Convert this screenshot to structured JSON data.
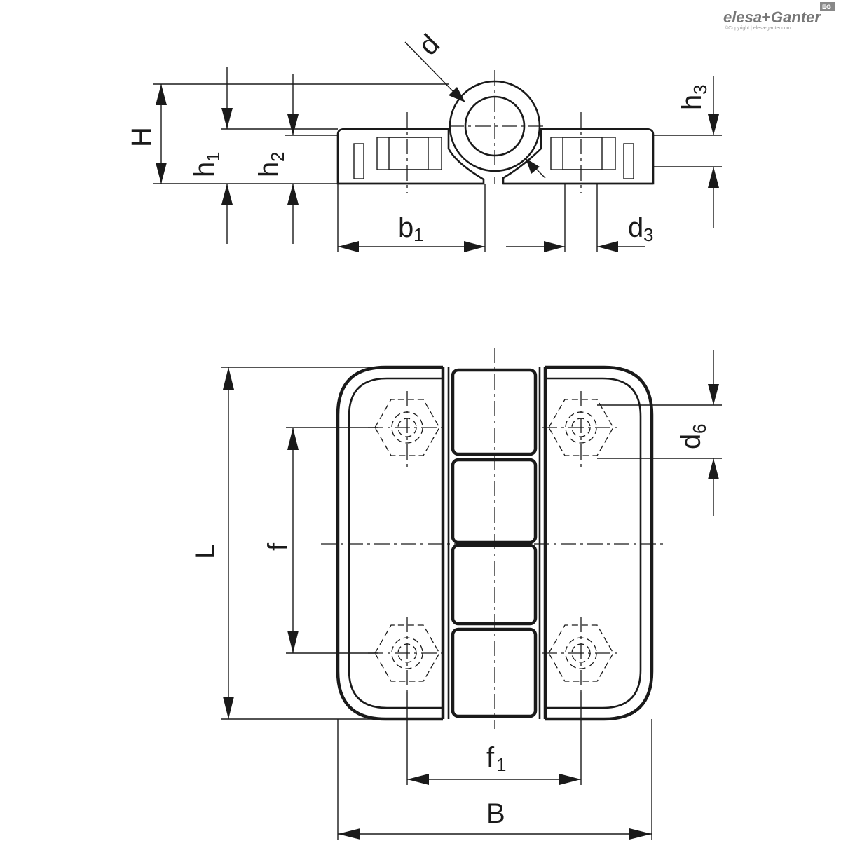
{
  "brand": {
    "name_part1": "elesa",
    "name_sep": "+",
    "name_part2": "Ganter",
    "badge": "EG",
    "copyright": "©Copyright | elesa-ganter.com"
  },
  "side_view": {
    "labels": {
      "d": "d",
      "H": "H",
      "h1_main": "h",
      "h1_sub": "1",
      "h2_main": "h",
      "h2_sub": "2",
      "h3_main": "h",
      "h3_sub": "3",
      "b1_main": "b",
      "b1_sub": "1",
      "d3_main": "d",
      "d3_sub": "3"
    }
  },
  "plan_view": {
    "labels": {
      "L": "L",
      "f": "f",
      "d6_main": "d",
      "d6_sub": "6",
      "f1_main": "f",
      "f1_sub": "1",
      "B": "B"
    }
  },
  "colors": {
    "line": "#1a1a1a",
    "brand_gray": "#777777"
  }
}
